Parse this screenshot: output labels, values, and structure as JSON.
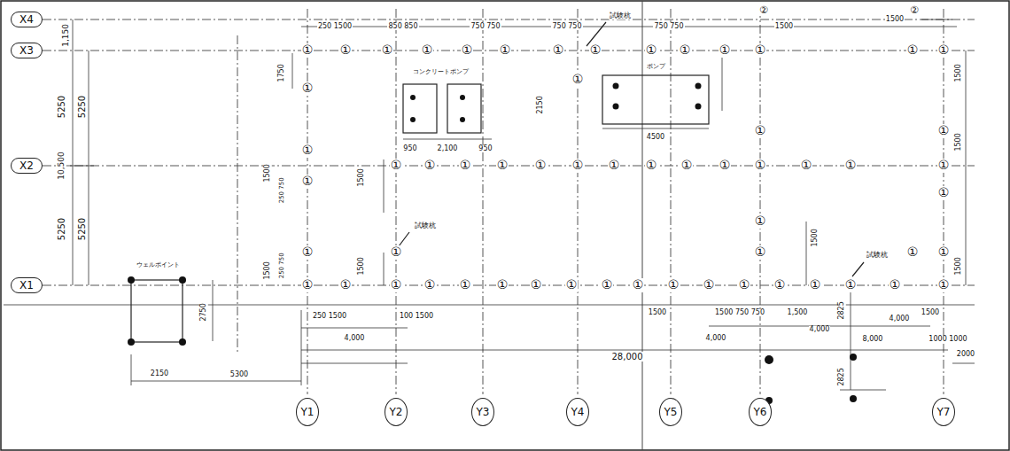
{
  "diagram": {
    "nodes": [
      {
        "text": [
          "X4"
        ]
      },
      {
        "text": [
          "X3"
        ]
      },
      {
        "text": [
          "X2"
        ]
      },
      {
        "text": [
          "X1"
        ]
      },
      {
        "text": [
          "Y1"
        ]
      },
      {
        "text": [
          "Y2"
        ]
      },
      {
        "text": [
          "Y3"
        ]
      },
      {
        "text": [
          "Y4"
        ]
      },
      {
        "text": [
          "Y5"
        ]
      },
      {
        "text": [
          "Y6"
        ]
      },
      {
        "text": [
          "Y7"
        ]
      }
    ],
    "labels": [
      "1,150",
      "5250",
      "5250",
      "10,500",
      "5250",
      "5250",
      "250 1500",
      "850 850",
      "750 750",
      "750 750",
      "750 750",
      "1500",
      "1500",
      "1750",
      "1500",
      "250 750",
      "1500",
      "1500",
      "250 750",
      "1500",
      "950",
      "2,100",
      "950",
      "4500",
      "2150",
      "1500",
      "1500",
      "1500",
      "1500",
      "2750",
      "2150",
      "5300",
      "250 1500",
      "100 1500",
      "4,000",
      "28,000",
      "1500",
      "1500 750 750",
      "1,500",
      "4,000",
      "4,000",
      "4,000",
      "1500",
      "2825",
      "2825",
      "8,000",
      "1000 1000",
      "2000",
      "コンクリートポンプ",
      "ポンプ",
      "試験杭",
      "試験杭",
      "試験杭",
      "ウェルポイント",
      "②",
      "②",
      "①",
      "①",
      "①",
      "①",
      "①",
      "①",
      "①",
      "①",
      "①",
      "①",
      "①",
      "①",
      "①",
      "①",
      "①",
      "①",
      "①",
      "①",
      "①",
      "①",
      "①",
      "①",
      "①",
      "①",
      "①",
      "①",
      "①",
      "①",
      "①",
      "①",
      "①",
      "①",
      "①",
      "①",
      "①",
      "①",
      "①",
      "①",
      "①",
      "①",
      "①",
      "①",
      "①",
      "①",
      "①",
      "①",
      "①",
      "①",
      "①",
      "①",
      "①",
      "①",
      "①",
      "①",
      "①",
      "①",
      "①",
      "①",
      "①"
    ]
  }
}
